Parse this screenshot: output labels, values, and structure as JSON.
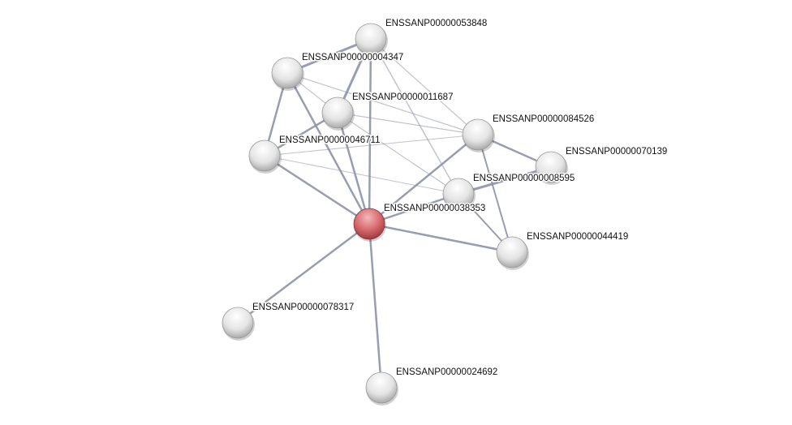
{
  "colors": {
    "edge": "#8e92a8",
    "node": "#e0e0e0",
    "query_node": "#d86a6e"
  },
  "nodes": [
    {
      "id": "A",
      "label": "ENSSANP00000053848",
      "query": false
    },
    {
      "id": "B",
      "label": "ENSSANP00000004347",
      "query": false
    },
    {
      "id": "C",
      "label": "ENSSANP00000011687",
      "query": false
    },
    {
      "id": "D",
      "label": "ENSSANP00000084526",
      "query": false
    },
    {
      "id": "E",
      "label": "ENSSANP00000046711",
      "query": false
    },
    {
      "id": "F",
      "label": "ENSSANP00000070139",
      "query": false
    },
    {
      "id": "G",
      "label": "ENSSANP00000008595",
      "query": false
    },
    {
      "id": "H",
      "label": "ENSSANP00000038353",
      "query": true
    },
    {
      "id": "I",
      "label": "ENSSANP00000044419",
      "query": false
    },
    {
      "id": "J",
      "label": "ENSSANP00000078317",
      "query": false
    },
    {
      "id": "K",
      "label": "ENSSANP00000024692",
      "query": false
    }
  ],
  "edges": [
    [
      "A",
      "B",
      3
    ],
    [
      "A",
      "C",
      3
    ],
    [
      "A",
      "H",
      2.5
    ],
    [
      "A",
      "G",
      1.5
    ],
    [
      "A",
      "D",
      1.2
    ],
    [
      "B",
      "E",
      2.5
    ],
    [
      "B",
      "H",
      2.5
    ],
    [
      "B",
      "C",
      1.2
    ],
    [
      "B",
      "D",
      1.2
    ],
    [
      "C",
      "E",
      2.5
    ],
    [
      "C",
      "H",
      2.5
    ],
    [
      "C",
      "D",
      1.2
    ],
    [
      "C",
      "G",
      1.2
    ],
    [
      "E",
      "H",
      2.5
    ],
    [
      "E",
      "D",
      1
    ],
    [
      "E",
      "G",
      1
    ],
    [
      "D",
      "H",
      2.5
    ],
    [
      "D",
      "F",
      2.5
    ],
    [
      "D",
      "I",
      2
    ],
    [
      "G",
      "H",
      2.5
    ],
    [
      "G",
      "F",
      3
    ],
    [
      "G",
      "I",
      2
    ],
    [
      "H",
      "I",
      2.5
    ],
    [
      "H",
      "J",
      2.5
    ],
    [
      "H",
      "K",
      2.5
    ]
  ]
}
